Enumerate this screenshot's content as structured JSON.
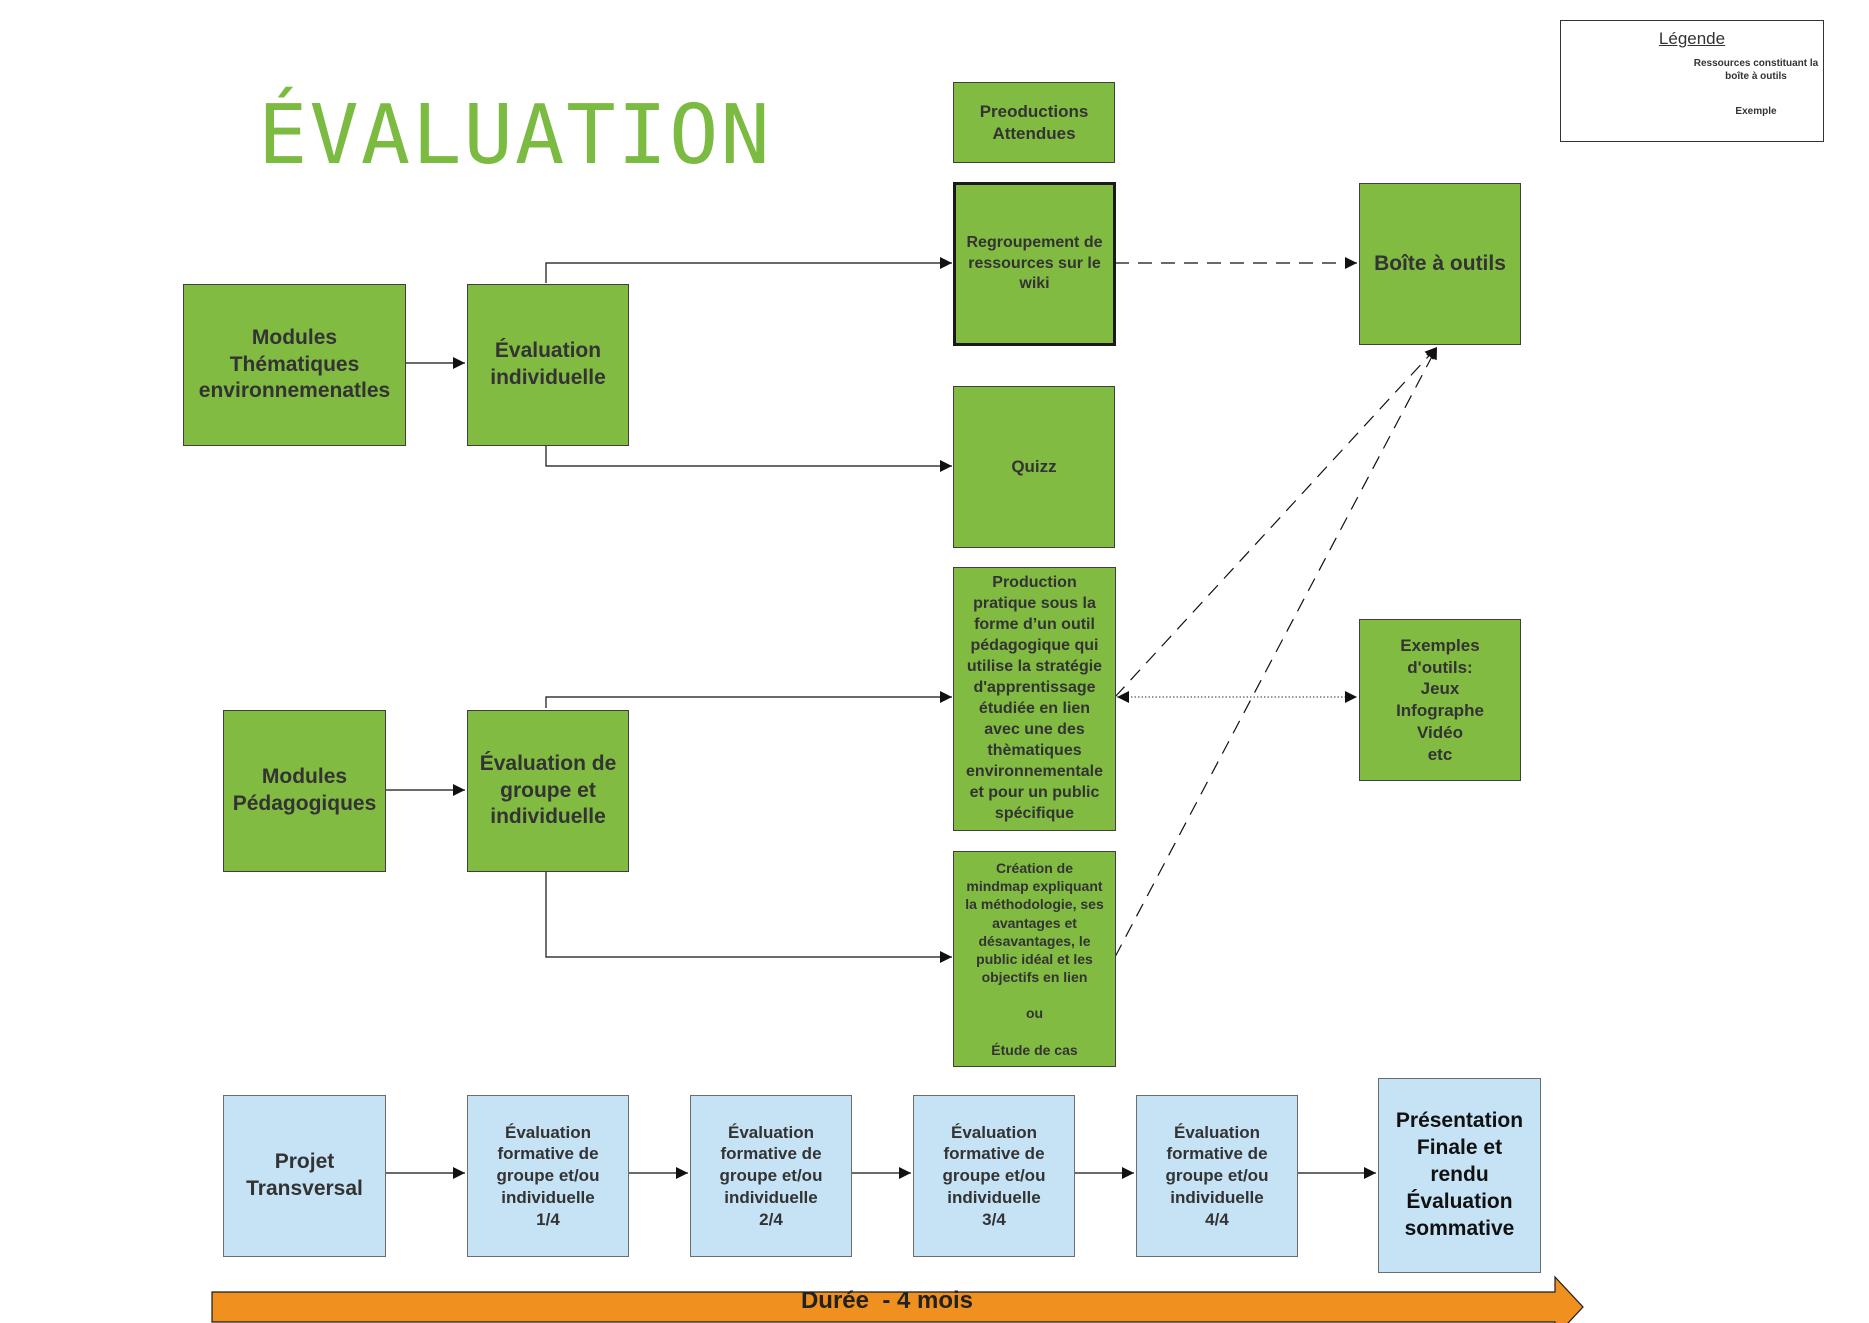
{
  "title": "ÉVALUATION",
  "legend": {
    "title": "Légende",
    "dashed_label": "Ressources constituant la boîte à outils",
    "dotted_label": "Exemple"
  },
  "colors": {
    "green_box": "#81bb42",
    "blue_box": "#c5e3f5",
    "title_green": "#7cbb42",
    "duration_arrow": "#f0901e"
  },
  "nodes": {
    "productions_header": "Preoductions Attendues",
    "modules_thematiques": "Modules\nThématiques\nenvironnemenatles",
    "eval_individuelle": "Évaluation\nindividuelle",
    "regroupement": "Regroupement de\nressources sur le\nwiki",
    "quizz": "Quizz",
    "boite_outils": "Boîte à outils",
    "modules_pedagogiques": "Modules\nPédagogiques",
    "eval_groupe": "Évaluation de\ngroupe et\nindividuelle",
    "production_pratique": "Production\npratique sous la\nforme d’un outil\npédagogique qui\nutilise la stratégie\nd'apprentissage\nétudiée en lien\navec une des\nthèmatiques\nenvironnementale\net  pour un public\nspécifique",
    "exemples_outils": "Exemples\nd'outils:\nJeux\nInfographe\nVidéo\netc",
    "creation_mindmap": "Création de\nmindmap expliquant\nla méthodologie, ses\navantages et\ndésavantages, le\npublic idéal et les\nobjectifs en lien\n\nou\n\nÉtude de cas"
  },
  "timeline": {
    "projet": "Projet\nTransversal",
    "steps": [
      "Évaluation\nformative de\ngroupe et/ou\nindividuelle\n1/4",
      "Évaluation\nformative de\ngroupe et/ou\nindividuelle\n2/4",
      "Évaluation\nformative de\ngroupe et/ou\nindividuelle\n3/4",
      "Évaluation\nformative de\ngroupe et/ou\nindividuelle\n4/4"
    ],
    "final": "Présentation\nFinale et\nrendu\nÉvaluation\nsommative",
    "duration": "Durée  - 4 mois"
  }
}
